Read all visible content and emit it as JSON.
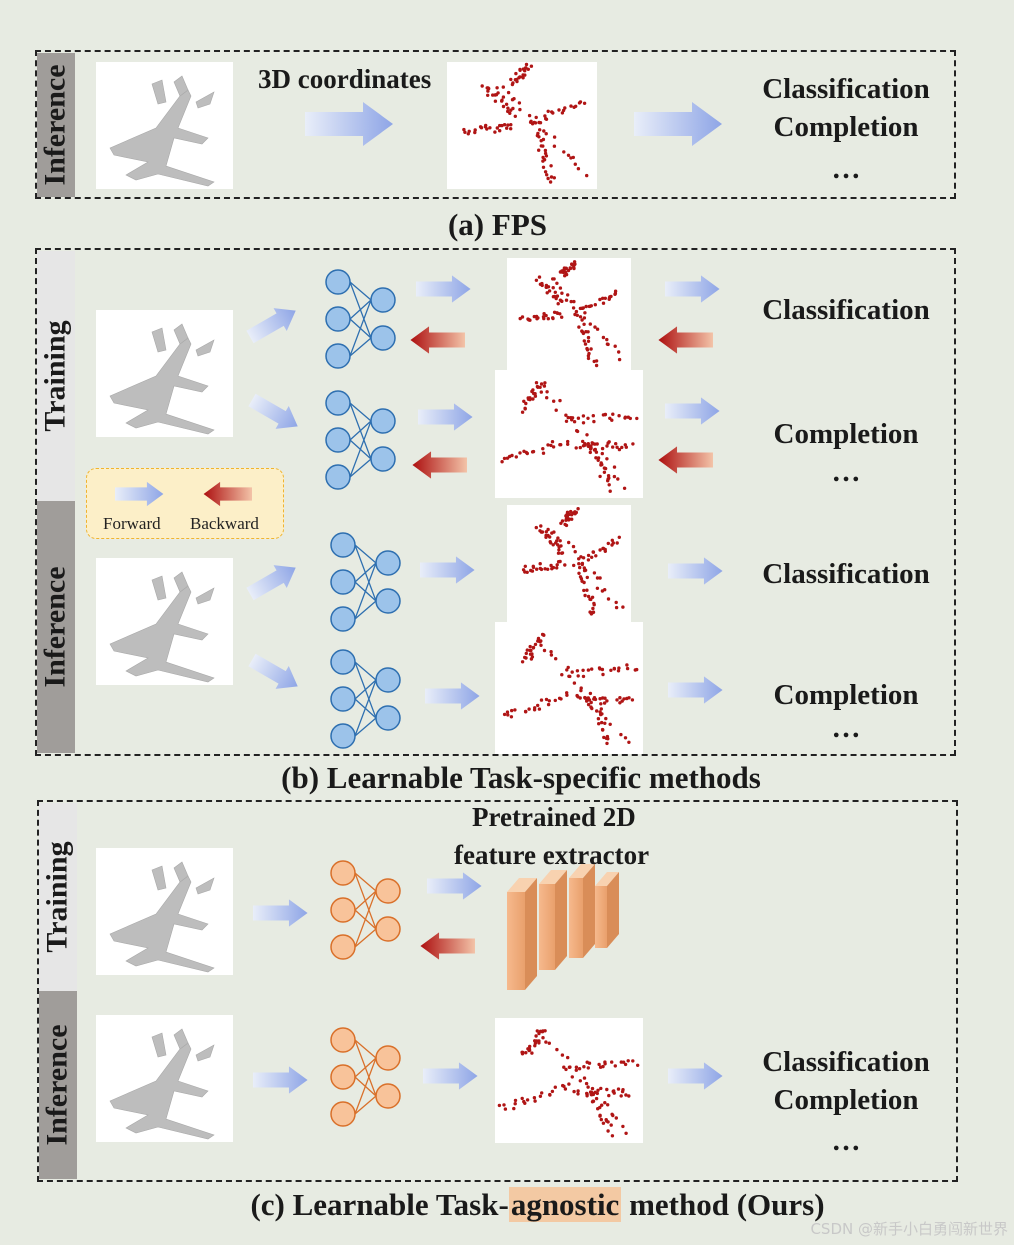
{
  "sections": {
    "a": {
      "caption": "(a) FPS",
      "sidebar": "Inference",
      "arrow_label": "3D coordinates",
      "tasks": [
        "Classification",
        "Completion",
        "…"
      ]
    },
    "b": {
      "caption": "(b) Learnable Task-specific methods",
      "sidebar_training": "Training",
      "sidebar_inference": "Inference",
      "tasks": {
        "train_top": "Classification",
        "train_bottom": "Completion",
        "train_ellipsis": "…",
        "inf_top": "Classification",
        "inf_bottom": "Completion",
        "inf_ellipsis": "…"
      }
    },
    "c": {
      "caption_pre": "(c) Learnable Task-",
      "caption_highlight": "agnostic",
      "caption_post": " method (Ours)",
      "sidebar_training": "Training",
      "sidebar_inference": "Inference",
      "extractor_label_1": "Pretrained 2D",
      "extractor_label_2": "feature extractor",
      "tasks": [
        "Classification",
        "Completion",
        "…"
      ]
    }
  },
  "legend": {
    "forward": "Forward",
    "backward": "Backward"
  },
  "colors": {
    "forward_arrow": "#9fb3ea",
    "backward_arrow": "#b01818",
    "task_specific_net": "#9cc3ea",
    "task_specific_net_stroke": "#2e6fb0",
    "task_agnostic_net": "#f8c39a",
    "task_agnostic_net_stroke": "#d9702a",
    "point_cloud": "#b01515",
    "sidebar_light": "#e6e6e6",
    "sidebar_dark": "#a09d9a",
    "highlight": "#f3c9a3"
  },
  "icons": [
    "airplane-gray-pointcloud-icon",
    "airplane-red-sampled-points-icon",
    "neural-network-icon",
    "cnn-feature-extractor-icon"
  ],
  "watermark": "CSDN @新手小白勇闯新世界"
}
